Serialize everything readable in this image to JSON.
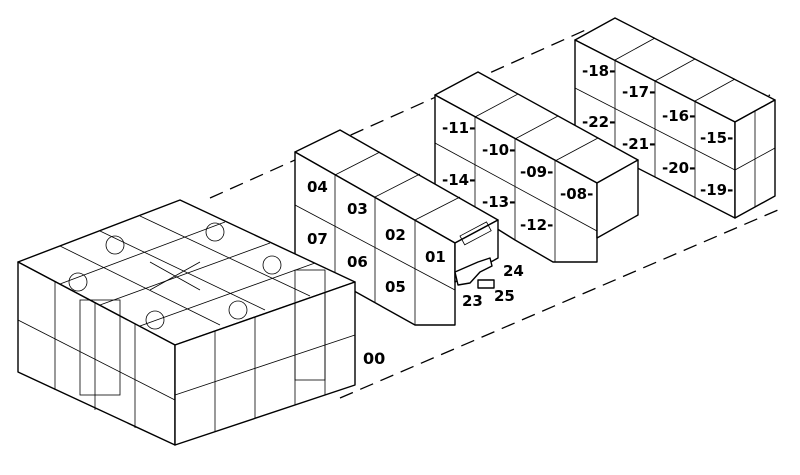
{
  "labels": {
    "assembly": "00",
    "m01": "01",
    "m02": "02",
    "m03": "03",
    "m04": "04",
    "m05": "05",
    "m06": "06",
    "m07": "07",
    "m08": "-08-",
    "m09": "-09-",
    "m10": "-10-",
    "m11": "-11-",
    "m12": "-12-",
    "m13": "-13-",
    "m14": "-14-",
    "m15": "-15-",
    "m16": "-16-",
    "m17": "-17-",
    "m18": "-18-",
    "m19": "-19-",
    "m20": "-20-",
    "m21": "-21-",
    "m22": "-22-",
    "p23": "23",
    "p24": "24",
    "p25": "25"
  }
}
